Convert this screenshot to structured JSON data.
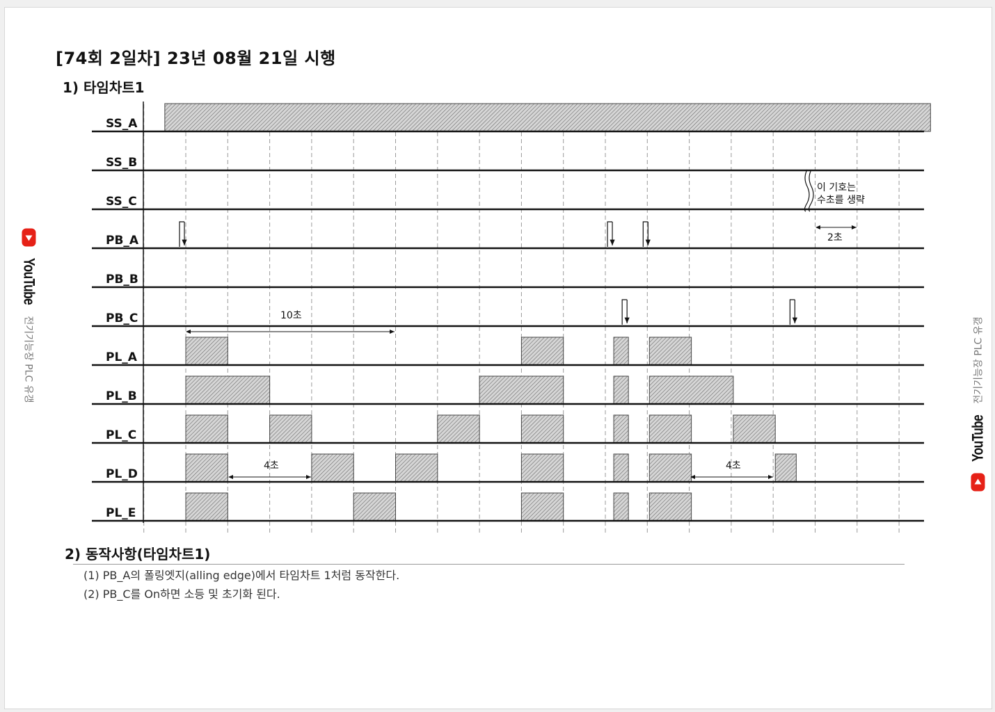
{
  "document": {
    "title": "[74회 2일차] 23년 08월 21일 시행",
    "section1": "1) 타임차트1",
    "section2": "2) 동작사항(타임차트1)",
    "descriptions": [
      "(1) PB_A의 폴링엣지(alling edge)에서 타임차트 1처럼 동작한다.",
      "(2) PB_C를 On하면 소등 및 초기화 된다."
    ]
  },
  "timing_chart": {
    "signals": [
      "SS_A",
      "SS_B",
      "SS_C",
      "PB_A",
      "PB_B",
      "PB_C",
      "PL_A",
      "PL_B",
      "PL_C",
      "PL_D",
      "PL_E"
    ],
    "time_unit_seconds": 2,
    "intervals_on": {
      "SS_A": [
        [
          -1,
          35.5
        ]
      ],
      "PL_A": [
        [
          0,
          2
        ],
        [
          16,
          18
        ],
        [
          20.4,
          21.1
        ],
        [
          22.1,
          24.1
        ]
      ],
      "PL_B": [
        [
          0,
          4
        ],
        [
          14,
          18
        ],
        [
          20.4,
          21.1
        ],
        [
          22.1,
          26.1
        ]
      ],
      "PL_C": [
        [
          0,
          2
        ],
        [
          4,
          6
        ],
        [
          12,
          14
        ],
        [
          16,
          18
        ],
        [
          20.4,
          21.1
        ],
        [
          22.1,
          24.1
        ],
        [
          26.1,
          28.1
        ]
      ],
      "PL_D": [
        [
          0,
          2
        ],
        [
          6,
          8
        ],
        [
          10,
          12
        ],
        [
          16,
          18
        ],
        [
          20.4,
          21.1
        ],
        [
          22.1,
          24.1
        ],
        [
          28.1,
          29.1
        ]
      ],
      "PL_E": [
        [
          0,
          2
        ],
        [
          8,
          10
        ],
        [
          16,
          18
        ],
        [
          20.4,
          21.1
        ],
        [
          22.1,
          24.1
        ]
      ]
    },
    "pulses_falling_edge": {
      "PB_A": [
        0,
        20.4,
        22.1
      ],
      "PB_C": [
        21.1,
        29.1
      ]
    },
    "annotations": {
      "ten_sec": "10초",
      "four_sec_a": "4초",
      "four_sec_b": "4초",
      "two_sec": "2초",
      "note_line1": "이 기호는",
      "note_line2": "수초를 생략"
    }
  },
  "watermark": {
    "brand": "YouTube",
    "channel": "전기기능장 PLC 유갱",
    "brand_color": "#e62117"
  }
}
